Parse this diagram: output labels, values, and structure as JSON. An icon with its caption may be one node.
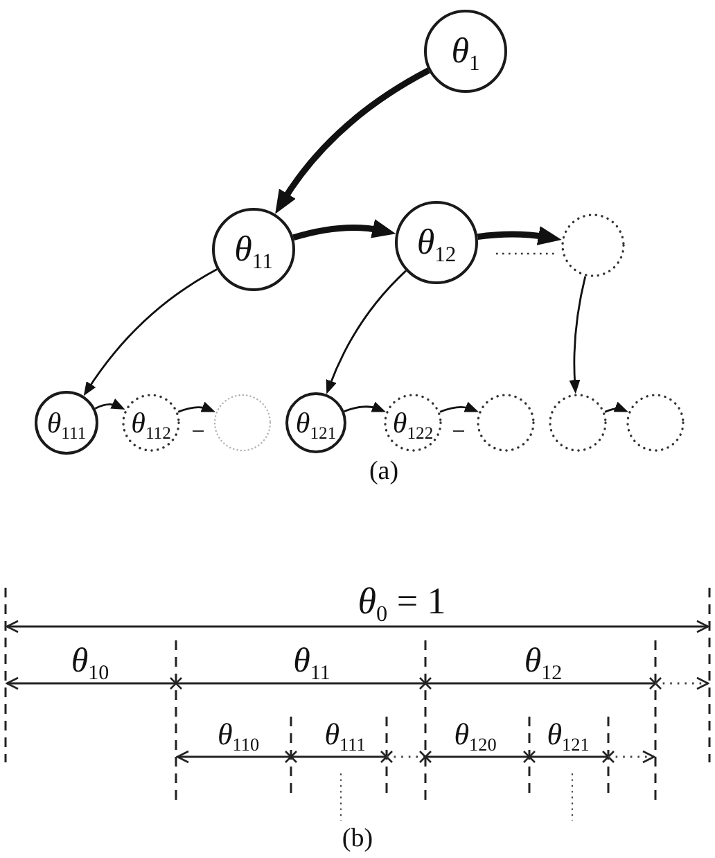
{
  "diagram": {
    "nodes": [
      {
        "text": [
          "*θ*$_{1}$"
        ]
      },
      {
        "text": [
          "*θ*$_{11}$"
        ]
      },
      {
        "text": [
          "*θ*$_{12}$"
        ]
      },
      {
        "text": [],
        "shape": "circle"
      },
      {
        "text": [
          "*θ*$_{111}$"
        ]
      },
      {
        "text": [
          "*θ*$_{112}$"
        ]
      },
      {
        "text": [],
        "shape": "circle"
      },
      {
        "text": [
          "*θ*$_{121}$"
        ]
      },
      {
        "text": [
          "*θ*$_{122}$"
        ]
      },
      {
        "text": [],
        "shape": "circle"
      },
      {
        "text": [],
        "shape": "circle"
      },
      {
        "text": [],
        "shape": "circle"
      }
    ],
    "edges": [
      {
        "from": 0,
        "to": 1,
        "arrow": "to",
        "style": "thick"
      },
      {
        "from": 1,
        "to": 2,
        "arrow": "to",
        "style": "thick"
      },
      {
        "from": 2,
        "to": 3,
        "arrow": "to",
        "style": "thick"
      },
      {
        "from": 1,
        "to": 4,
        "arrow": "to"
      },
      {
        "from": 4,
        "to": 5,
        "arrow": "to"
      },
      {
        "from": 5,
        "to": 6,
        "arrow": "to"
      },
      {
        "from": 2,
        "to": 7,
        "arrow": "to"
      },
      {
        "from": 7,
        "to": 8,
        "arrow": "to"
      },
      {
        "from": 8,
        "to": 9,
        "arrow": "to"
      },
      {
        "from": 3,
        "to": 10,
        "arrow": "to"
      },
      {
        "from": 10,
        "to": 11,
        "arrow": "to"
      }
    ],
    "labels": [
      "(a)",
      "*θ*$_{0}$ = 1",
      "*θ*$_{10}$",
      "*θ*$_{11}$",
      "*θ*$_{12}$",
      "*θ*$_{110}$",
      "*θ*$_{111}$",
      "*θ*$_{120}$",
      "*θ*$_{121}$",
      "(b)"
    ]
  }
}
